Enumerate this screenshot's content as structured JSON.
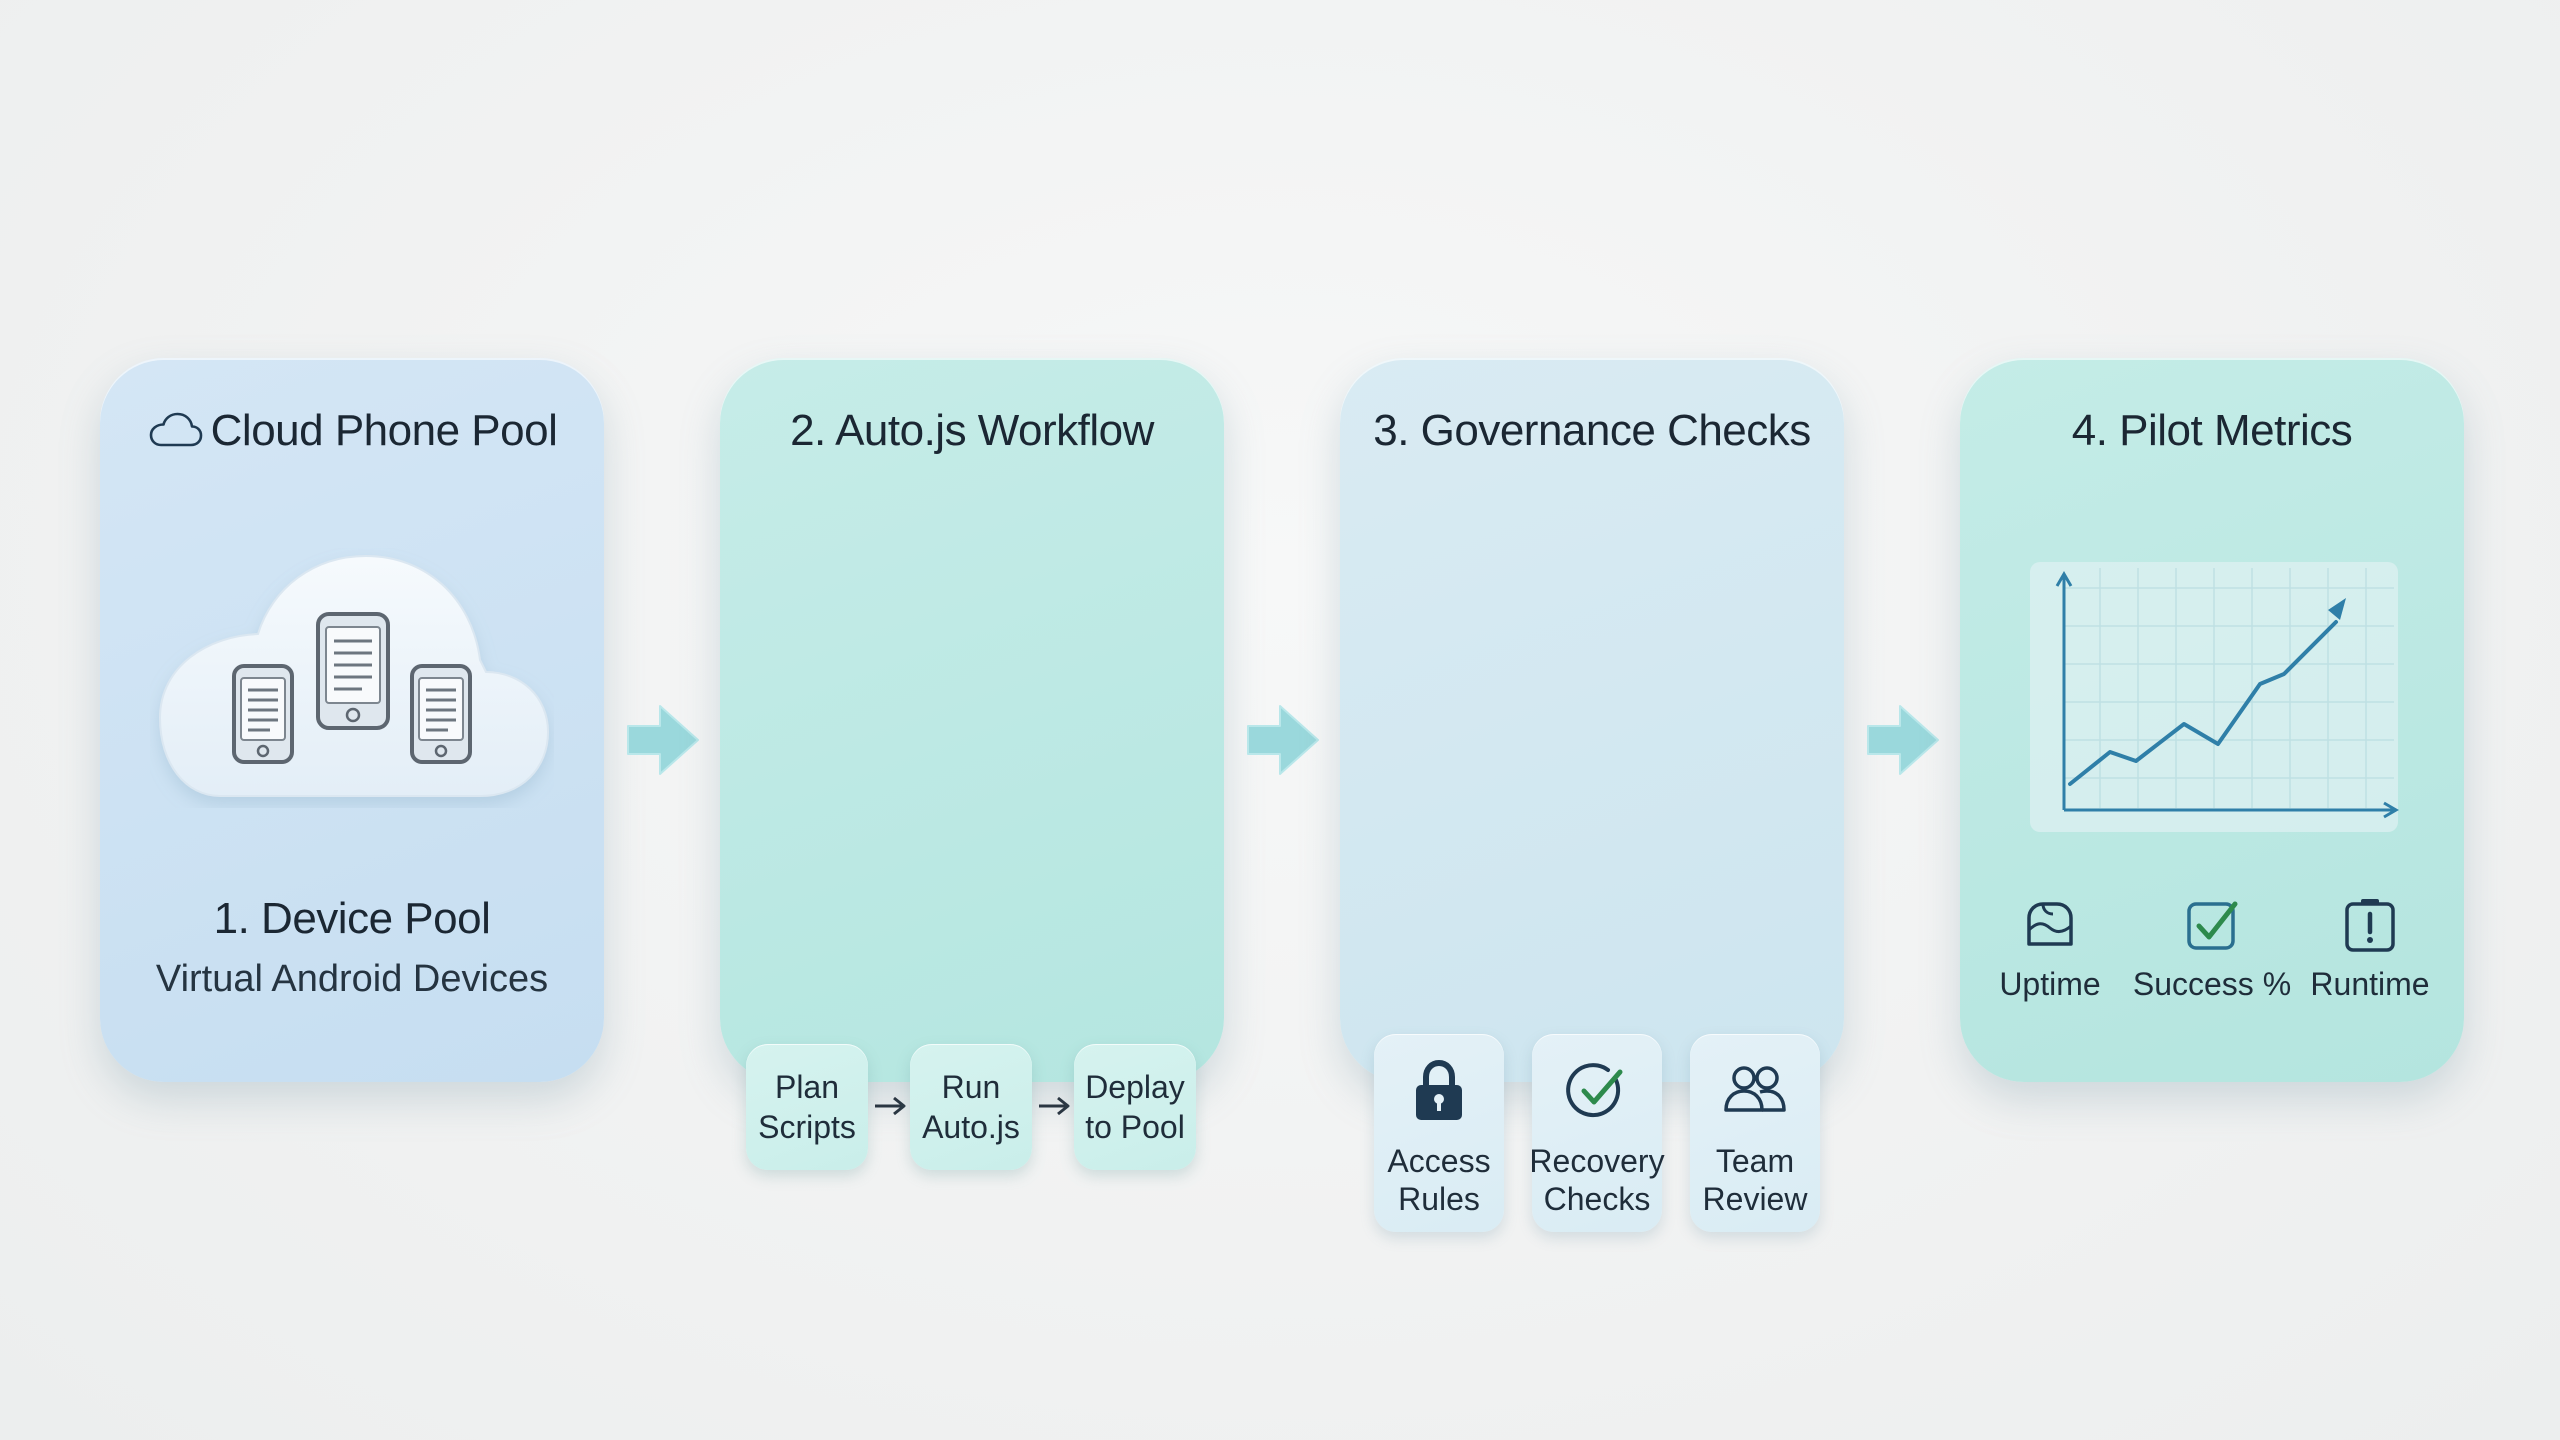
{
  "stage1": {
    "title": "Cloud Phone Pool",
    "heading": "1. Device Pool",
    "subtitle": "Virtual Android Devices"
  },
  "stage2": {
    "title": "2. Auto.js Workflow",
    "steps": [
      {
        "line1": "Plan",
        "line2": "Scripts"
      },
      {
        "line1": "Run",
        "line2": "Auto.js"
      },
      {
        "line1": "Deplay",
        "line2": "to Pool"
      }
    ]
  },
  "stage3": {
    "title": "3. Governance Checks",
    "items": [
      {
        "line1": "Access",
        "line2": "Rules",
        "icon": "lock-icon"
      },
      {
        "line1": "Recovery",
        "line2": "Checks",
        "icon": "check-circle-icon"
      },
      {
        "line1": "Team",
        "line2": "Review",
        "icon": "team-icon"
      }
    ]
  },
  "stage4": {
    "title": "4. Pilot Metrics",
    "metrics": [
      {
        "label": "Uptime",
        "icon": "uptime-icon"
      },
      {
        "label": "Success %",
        "icon": "success-check-icon"
      },
      {
        "label": "Runtime",
        "icon": "runtime-icon"
      }
    ]
  },
  "colors": {
    "dark_navy": "#1f3a52",
    "icon_blue": "#2a6f8f",
    "success_green": "#2d8a4c",
    "trend_line": "#2f7fa8",
    "flow_arrow": "#8fd3d8"
  }
}
